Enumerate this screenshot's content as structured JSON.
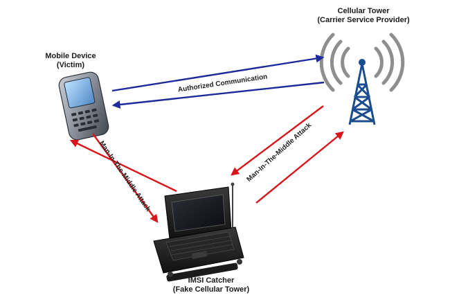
{
  "nodes": {
    "mobile": {
      "name": "Mobile Device",
      "role": "(Victim)",
      "icon": "smartphone-icon"
    },
    "tower": {
      "name": "Cellular Tower",
      "role": "(Carrier Service Provider)",
      "icon": "cell-tower-icon"
    },
    "imsi": {
      "name": "IMSI Catcher",
      "role": "(Fake Cellular Tower)",
      "icon": "laptop-case-icon"
    }
  },
  "edges": {
    "authorized": {
      "label": "Authorized Communication",
      "color": "#1c2a9c"
    },
    "mitm_left": {
      "label": "Man-In-The-Middle Attack",
      "color": "#d9141b"
    },
    "mitm_right": {
      "label": "Man-In-The-Middle Attack",
      "color": "#d9141b"
    }
  }
}
